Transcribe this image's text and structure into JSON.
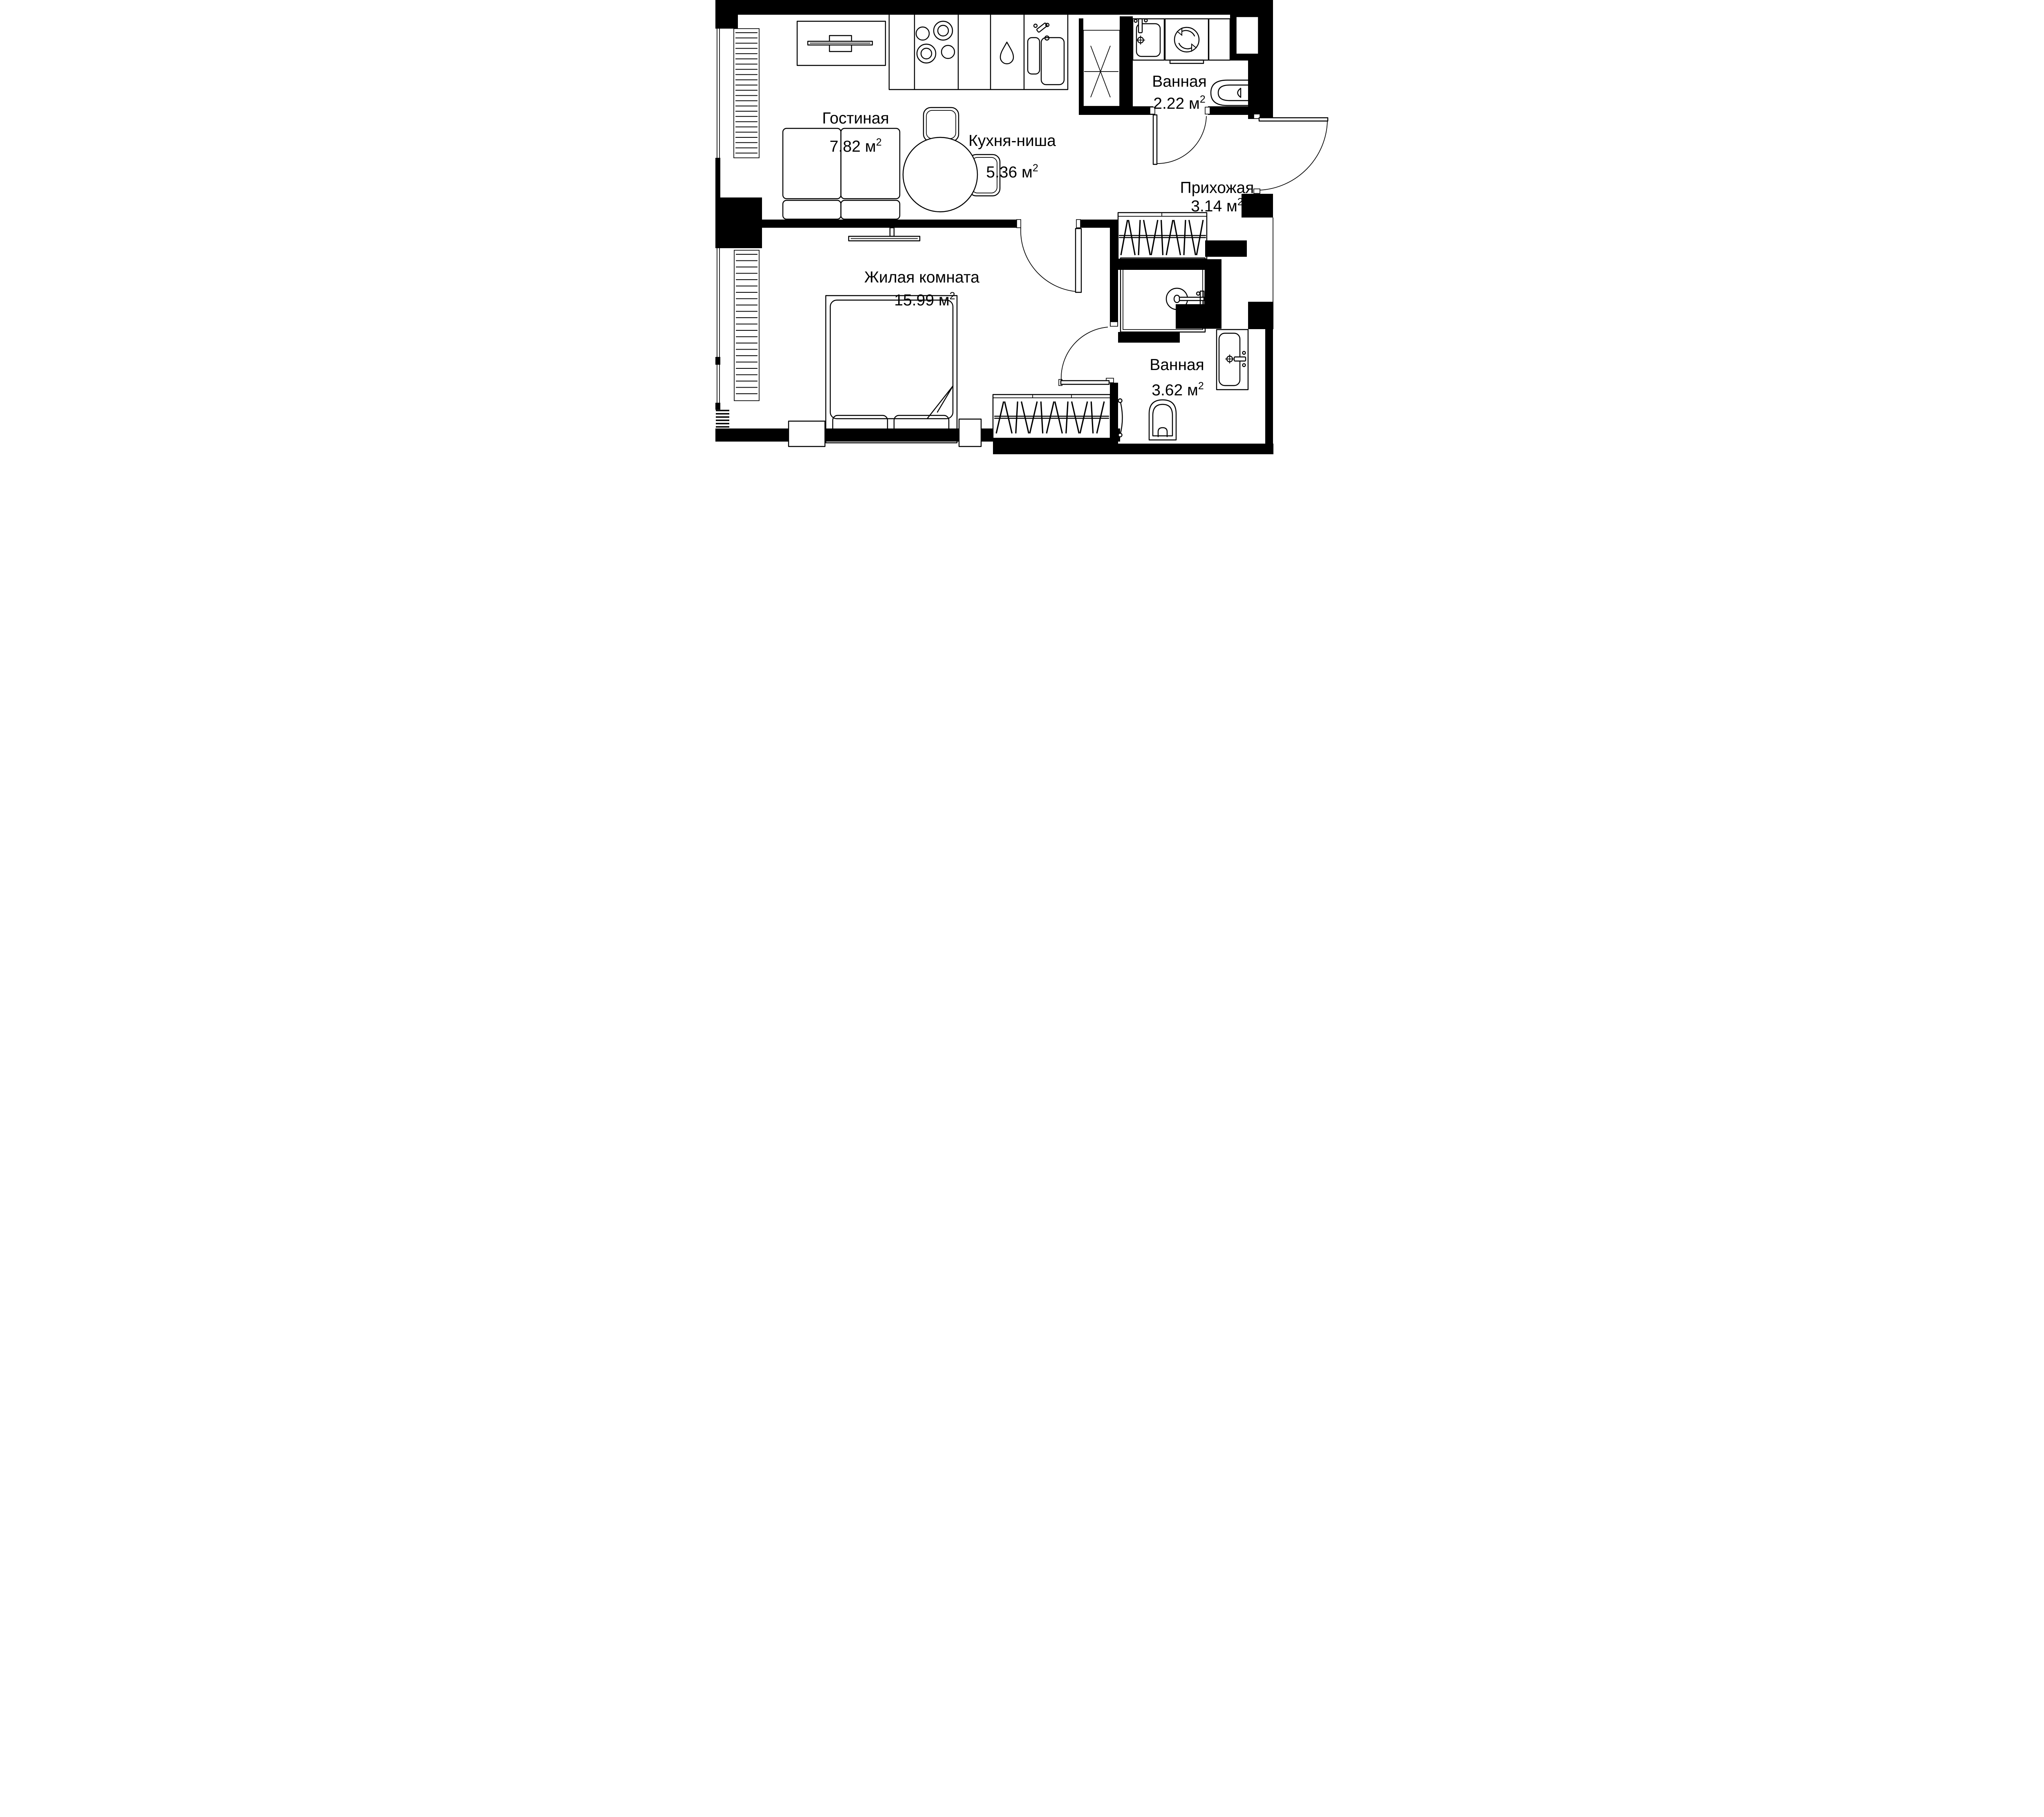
{
  "floorplan": {
    "type": "apartment-floor-plan",
    "colors": {
      "walls": "#000000",
      "lines": "#000000",
      "background": "#ffffff"
    },
    "rooms": [
      {
        "key": "living",
        "name": "Гостиная",
        "area": "7.82 м",
        "sup": "2"
      },
      {
        "key": "kitchen",
        "name": "Кухня-ниша",
        "area": "5.36 м",
        "sup": "2"
      },
      {
        "key": "bath_top",
        "name": "Ванная",
        "area": "2.22 м",
        "sup": "2"
      },
      {
        "key": "hall",
        "name": "Прихожая",
        "area": "3.14 м",
        "sup": "2"
      },
      {
        "key": "bedroom",
        "name": "Жилая комната",
        "area": "15.99 м",
        "sup": "2"
      },
      {
        "key": "bath_bottom",
        "name": "Ванная",
        "area": "3.62 м",
        "sup": "2"
      }
    ]
  }
}
